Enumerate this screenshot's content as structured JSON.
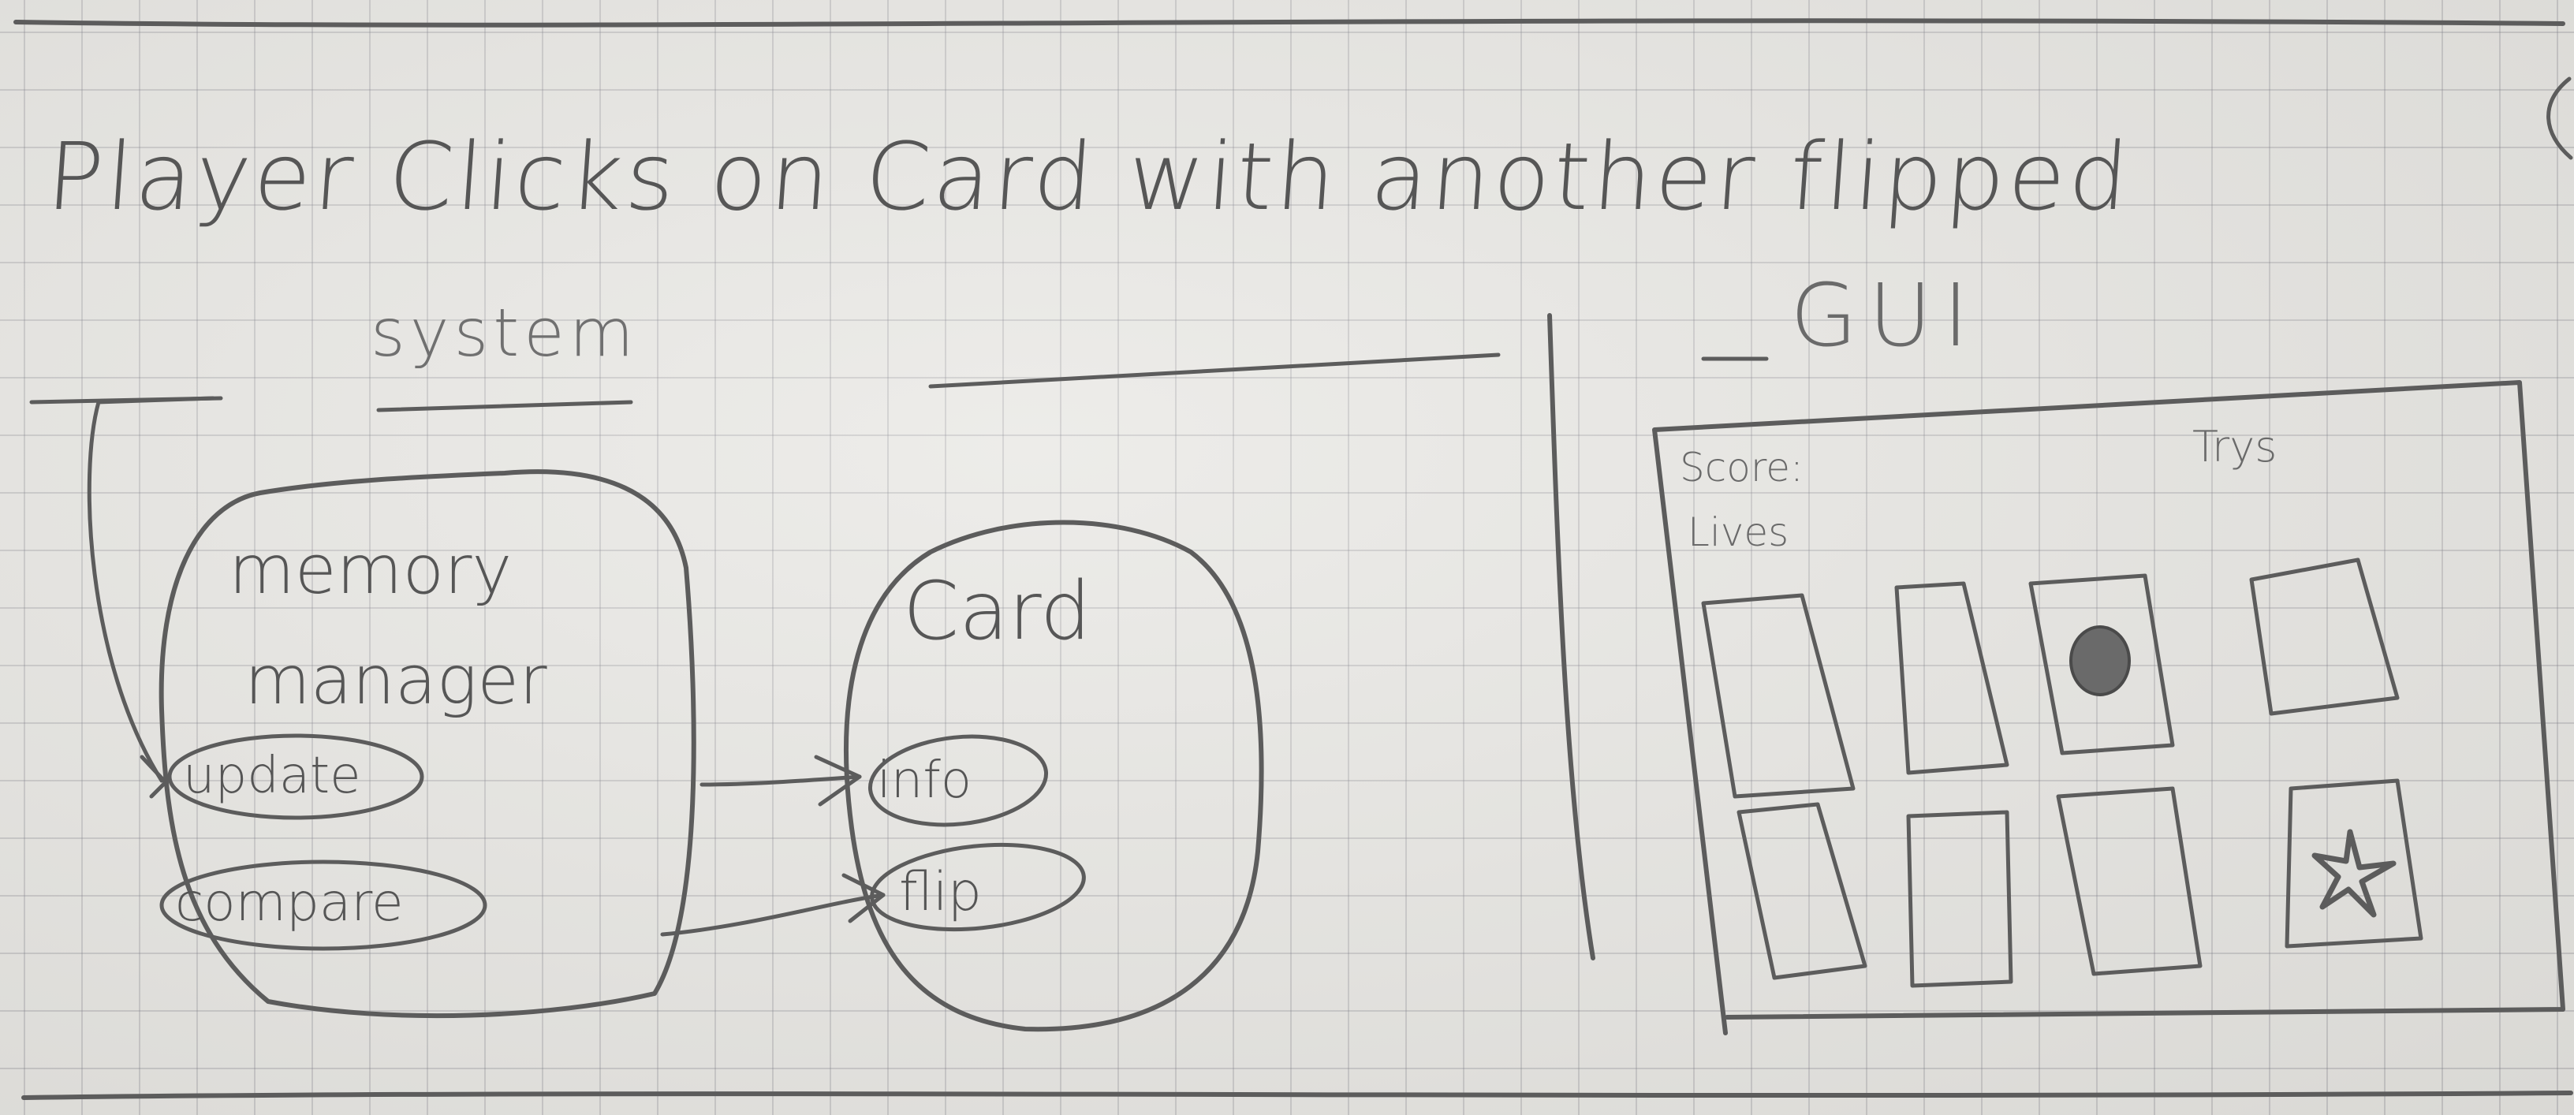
{
  "heading": "Player Clicks on Card with another flipped",
  "system": {
    "label": "system",
    "memory_manager": {
      "title_line1": "memory",
      "title_line2": "manager",
      "methods": [
        "update",
        "compare"
      ]
    },
    "card": {
      "title": "Card",
      "methods": [
        "info",
        "flip"
      ]
    }
  },
  "gui": {
    "label": "GUI",
    "score_label": "Score:",
    "lives_label": "Lives",
    "trys_label": "Trys",
    "grid": {
      "rows": 2,
      "cols": 4,
      "cards": [
        {
          "symbol": ""
        },
        {
          "symbol": ""
        },
        {
          "symbol": "circle"
        },
        {
          "symbol": ""
        },
        {
          "symbol": ""
        },
        {
          "symbol": ""
        },
        {
          "symbol": ""
        },
        {
          "symbol": "star"
        }
      ]
    }
  }
}
